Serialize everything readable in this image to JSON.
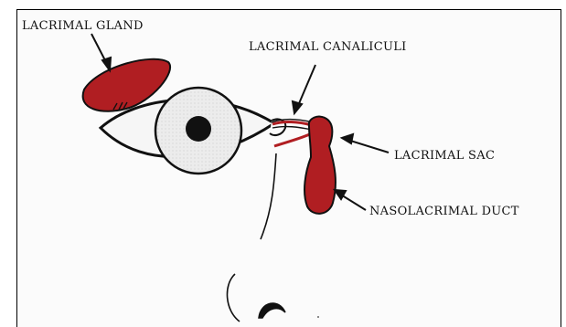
{
  "labels": {
    "lacrimal_gland": "LACRIMAL GLAND",
    "lacrimal_canaliculi": "LACRIMAL CANALICULI",
    "lacrimal_sac": "LACRIMAL SAC",
    "nasolacrimal_duct": "NASOLACRIMAL DUCT"
  },
  "colors": {
    "structure_fill": "#b01e22",
    "outline": "#111111",
    "sclera": "#eeeeee"
  }
}
